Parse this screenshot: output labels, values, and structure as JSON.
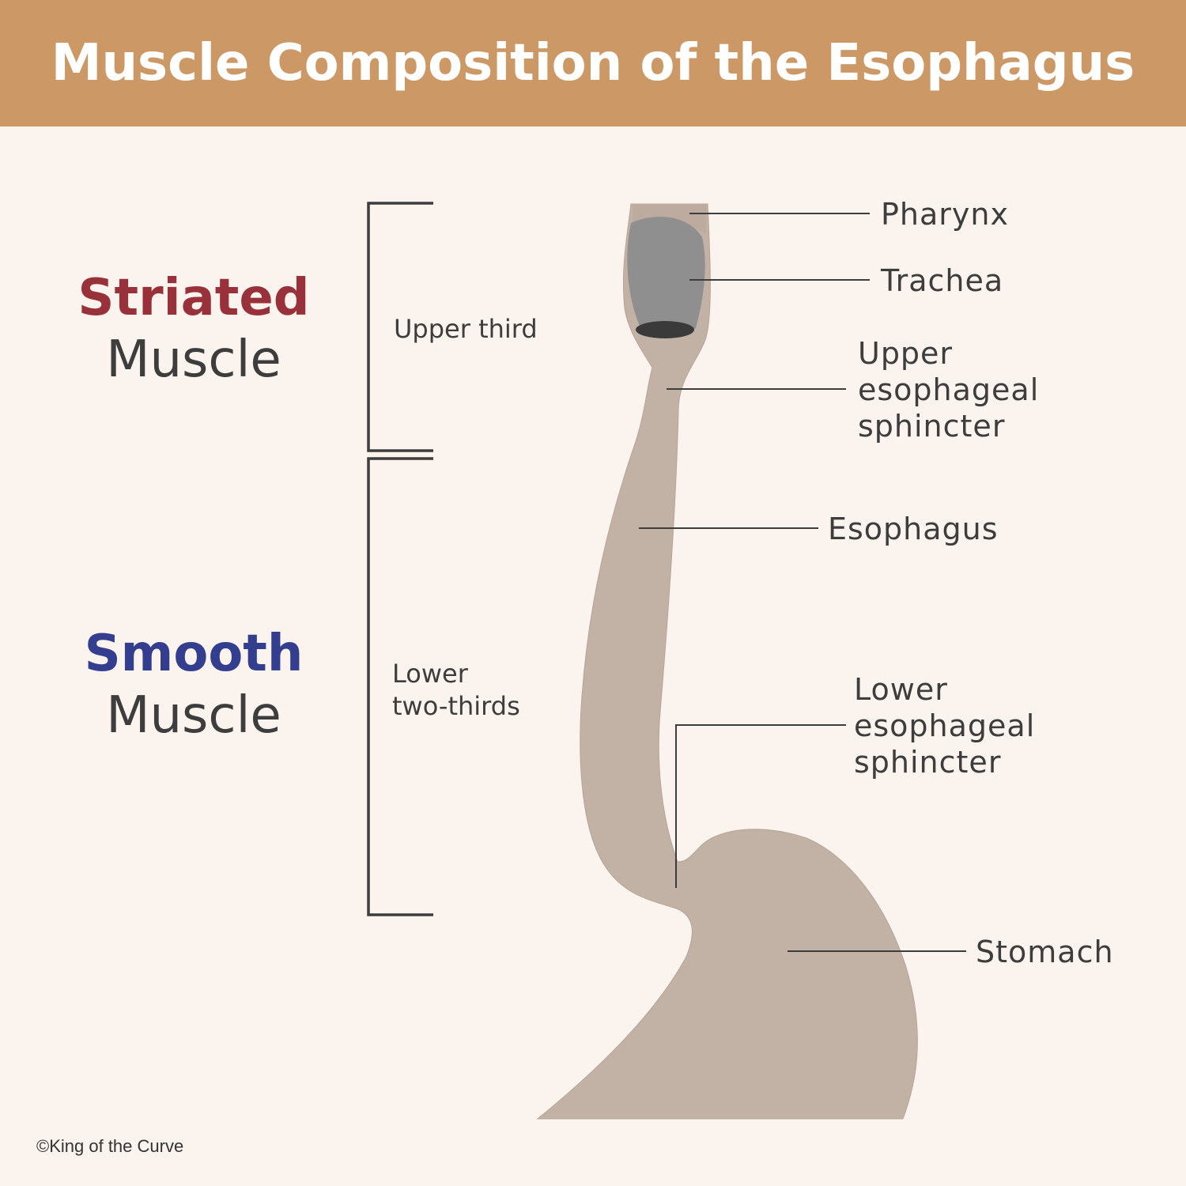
{
  "title": "Muscle Composition of the Esophagus",
  "muscle_types": {
    "striated": {
      "kind": "Striated",
      "word": "Muscle"
    },
    "smooth": {
      "kind": "Smooth",
      "word": "Muscle"
    }
  },
  "sections": {
    "upper": "Upper third",
    "lower_line1": "Lower",
    "lower_line2": "two-thirds"
  },
  "parts": {
    "pharynx": "Pharynx",
    "trachea": "Trachea",
    "ues_line1": "Upper",
    "ues_line2": "esophageal",
    "ues_line3": "sphincter",
    "esophagus": "Esophagus",
    "les_line1": "Lower",
    "les_line2": "esophageal",
    "les_line3": "sphincter",
    "stomach": "Stomach"
  },
  "copyright": "©King of the Curve",
  "colors": {
    "header": "#cc9966",
    "background": "#fbf3ed",
    "striated": "#99313a",
    "smooth": "#333e8f",
    "organ": "#c2b2a5",
    "trachea": "#8f8f8f"
  }
}
